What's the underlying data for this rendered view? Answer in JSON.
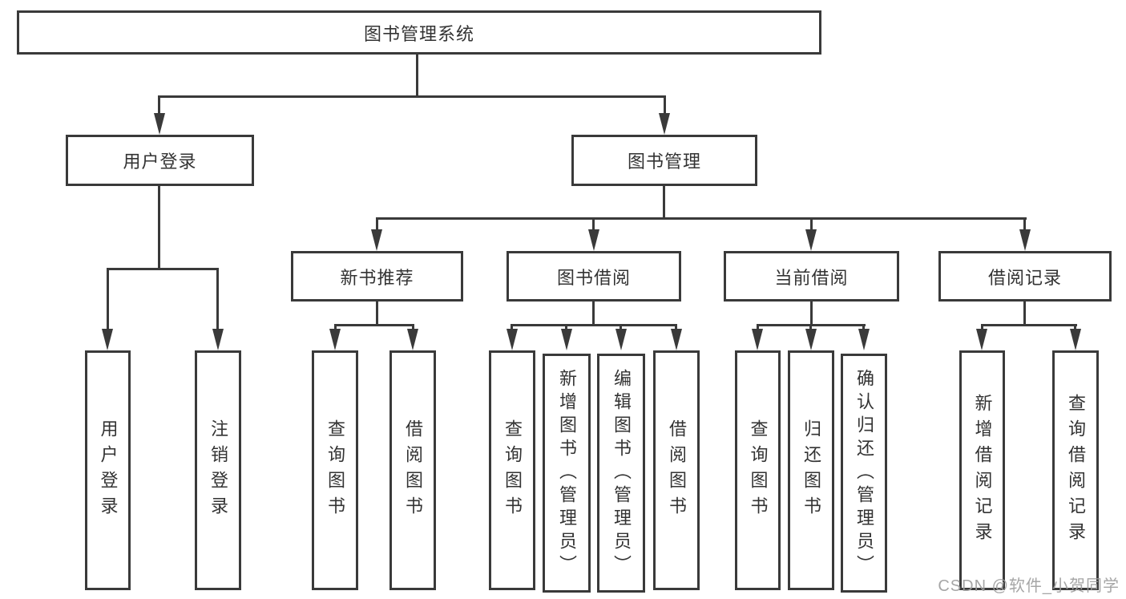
{
  "diagram_title": "图书管理系统",
  "colors": {
    "line": "#3a3a3a",
    "text": "#333333",
    "watermark": "#9e9e9e",
    "background": "#ffffff"
  },
  "watermark": "CSDN @软件_小贺同学",
  "tree": {
    "root": "图书管理系统",
    "branches": [
      {
        "label": "用户登录",
        "leaves": [
          "用户登录",
          "注销登录"
        ]
      },
      {
        "label": "图书管理",
        "branches": [
          {
            "label": "新书推荐",
            "leaves": [
              "查询图书",
              "借阅图书"
            ]
          },
          {
            "label": "图书借阅",
            "leaves": [
              "查询图书",
              "新增图书（管理员）",
              "编辑图书（管理员）",
              "借阅图书"
            ]
          },
          {
            "label": "当前借阅",
            "leaves": [
              "查询图书",
              "归还图书",
              "确认归还（管理员）"
            ]
          },
          {
            "label": "借阅记录",
            "leaves": [
              "新增借阅记录",
              "查询借阅记录"
            ]
          }
        ]
      }
    ]
  }
}
